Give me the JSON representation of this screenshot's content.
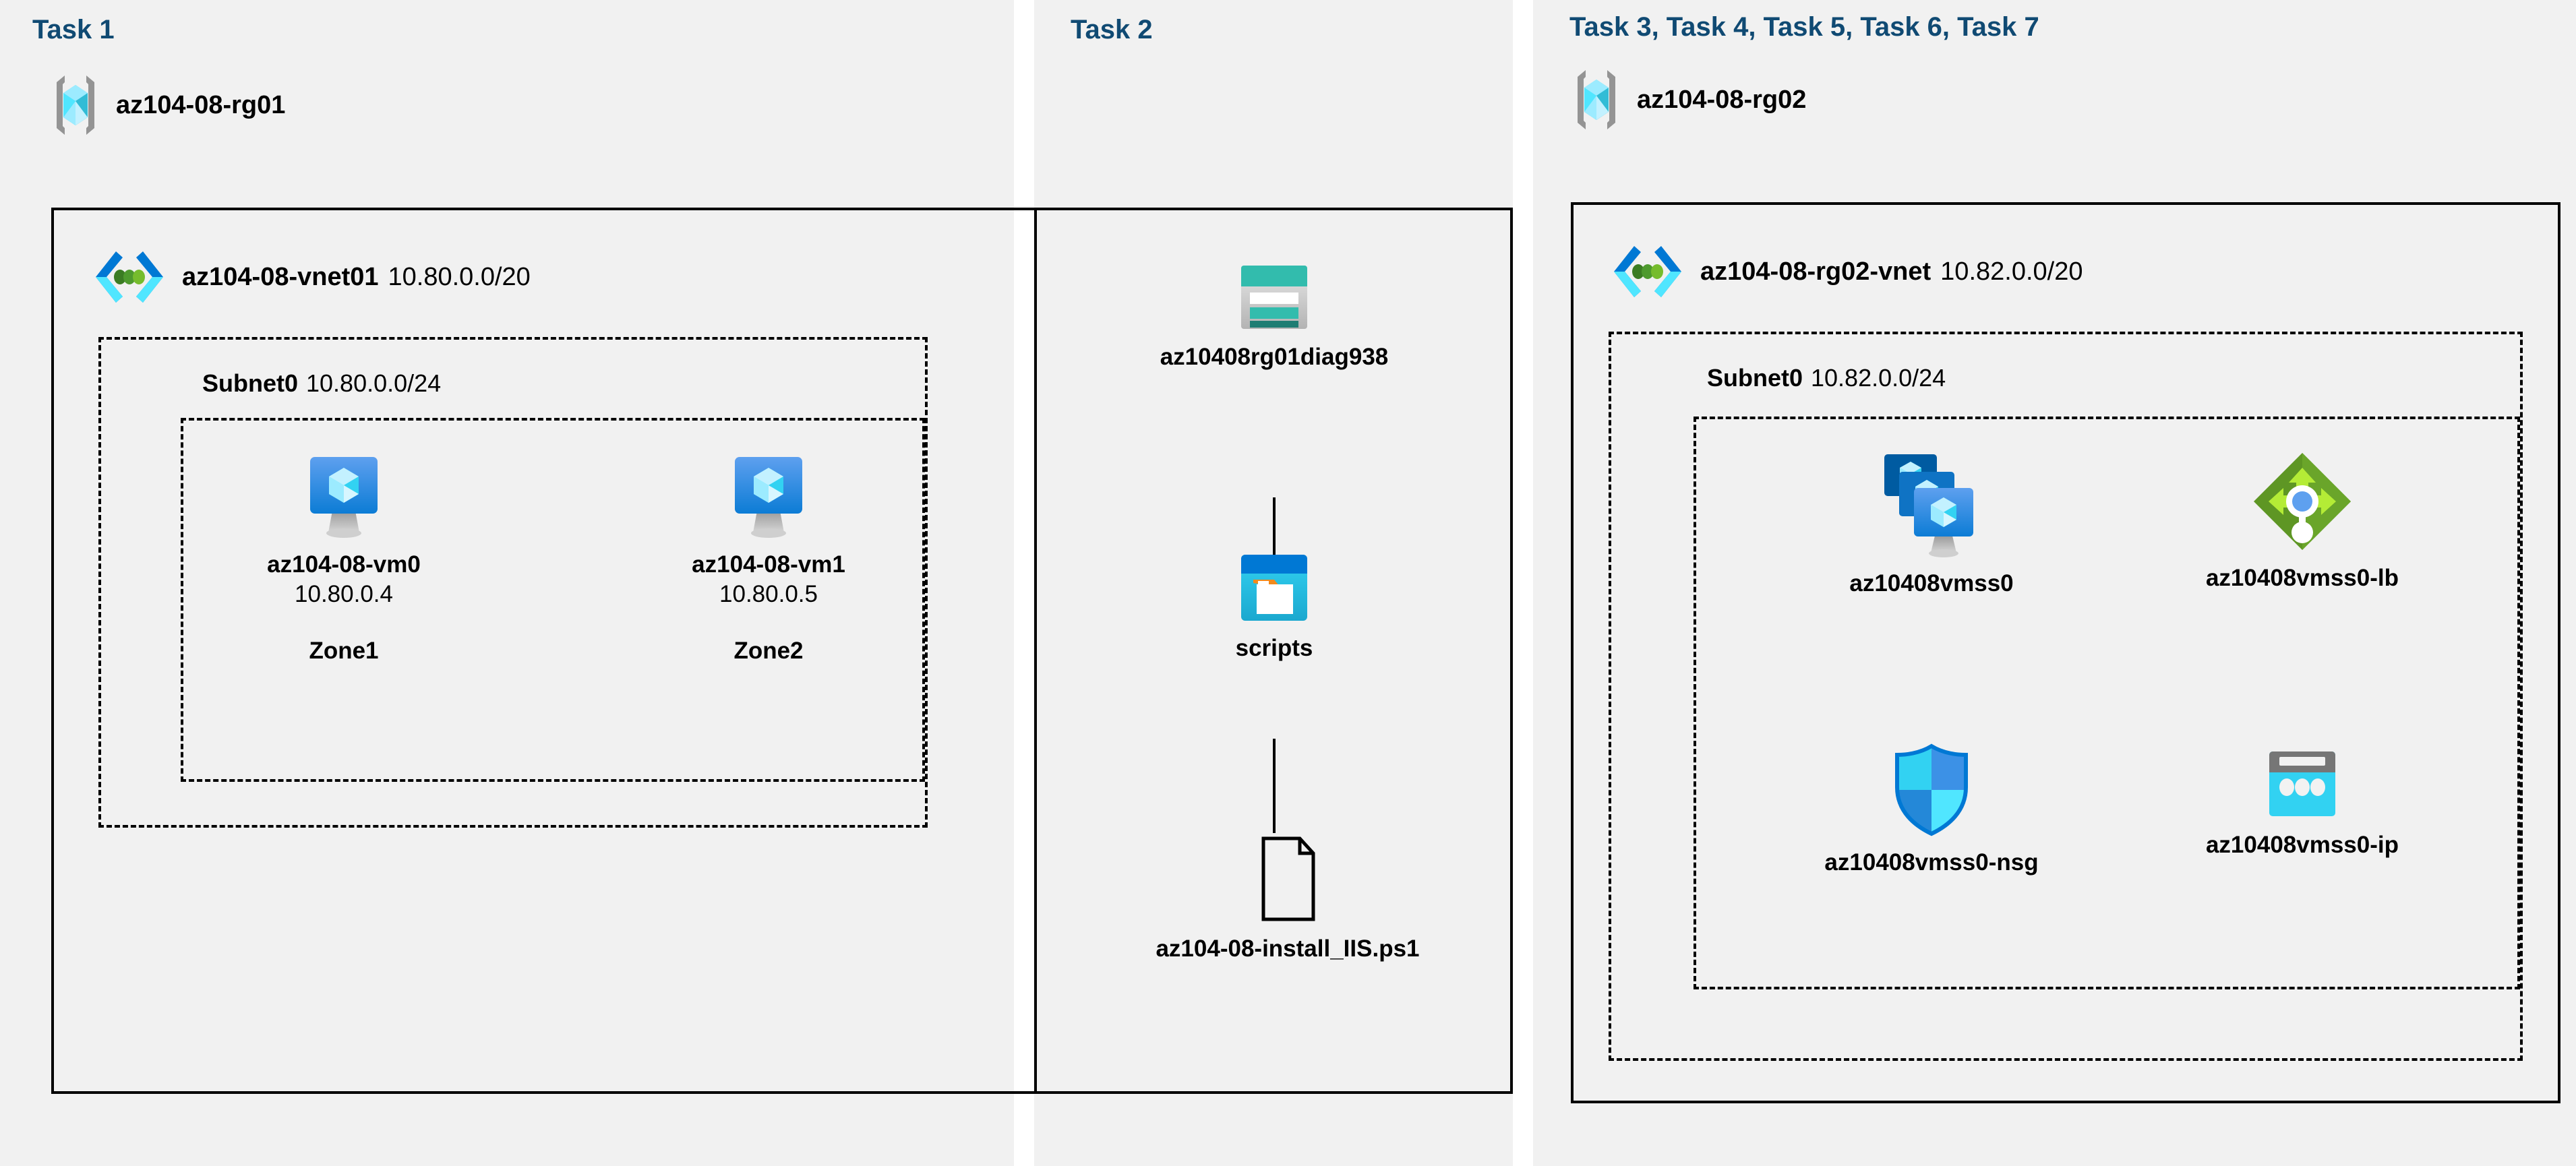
{
  "tasks": {
    "task1_label": "Task 1",
    "task2_label": "Task 2",
    "task3_label": "Task 3, Task 4, Task 5, Task 6, Task 7"
  },
  "resource_groups": [
    {
      "name": "az104-08-rg01",
      "icon": "resource-group-icon"
    },
    {
      "name": "az104-08-rg02",
      "icon": "resource-group-icon"
    }
  ],
  "vnets": [
    {
      "name": "az104-08-vnet01",
      "cidr": "10.80.0.0/20",
      "icon": "virtual-network-icon"
    },
    {
      "name": "az104-08-rg02-vnet",
      "cidr": "10.82.0.0/20",
      "icon": "virtual-network-icon"
    }
  ],
  "subnets": [
    {
      "name": "Subnet0",
      "cidr": "10.80.0.0/24"
    },
    {
      "name": "Subnet0",
      "cidr": "10.82.0.0/24"
    }
  ],
  "vms": [
    {
      "name": "az104-08-vm0",
      "ip": "10.80.0.4",
      "zone": "Zone1",
      "icon": "virtual-machine-icon"
    },
    {
      "name": "az104-08-vm1",
      "ip": "10.80.0.5",
      "zone": "Zone2",
      "icon": "virtual-machine-icon"
    }
  ],
  "storage": {
    "account_name": "az10408rg01diag938",
    "account_icon": "storage-account-icon",
    "container_name": "scripts",
    "container_icon": "blob-container-icon",
    "file_name": "az104-08-install_IIS.ps1",
    "file_icon": "script-file-icon"
  },
  "scale_set_resources": [
    {
      "name": "az10408vmss0",
      "icon": "vm-scale-set-icon"
    },
    {
      "name": "az10408vmss0-lb",
      "icon": "load-balancer-icon"
    },
    {
      "name": "az10408vmss0-nsg",
      "icon": "network-security-group-icon"
    },
    {
      "name": "az10408vmss0-ip",
      "icon": "public-ip-address-icon"
    }
  ],
  "colors": {
    "task_label": "#104a73",
    "panel_background": "#f1f1f1",
    "border": "#000000",
    "azure_blue": "#0078d4",
    "azure_cyan": "#50e6ff",
    "storage_teal": "#32bcad",
    "lb_green": "#76bc2d",
    "rg_gray": "#949494"
  }
}
